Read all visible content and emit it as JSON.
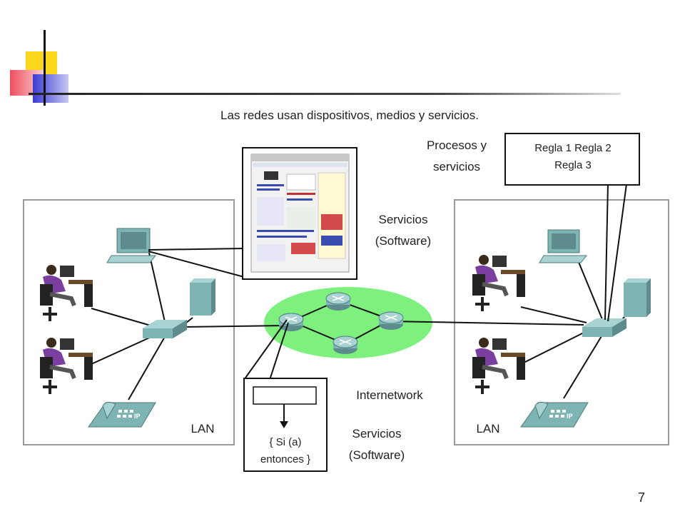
{
  "title": "Las redes usan dispositivos, medios y servicios.",
  "labels": {
    "processes_line1": "Procesos y",
    "processes_line2": "servicios",
    "rules_line1": "Regla 1 Regla 2",
    "rules_line2": "Regla 3",
    "services_top_line1": "Servicios",
    "services_top_line2": "(Software)",
    "internetwork": "Internetwork",
    "services_bottom_line1": "Servicios",
    "services_bottom_line2": "(Software)",
    "code_line1": "{ Si (a)",
    "code_line2": "entonces }",
    "lan_left": "LAN",
    "lan_right": "LAN"
  },
  "phone_badge": "IP",
  "page_number": "7",
  "colors": {
    "accent_yellow": "#f9d71c",
    "accent_red": "#f05060",
    "accent_blue": "#3b3bd6",
    "cloud_green": "#7ef07e",
    "device_teal": "#7fb4b4",
    "person_purple": "#7b3fa0"
  }
}
